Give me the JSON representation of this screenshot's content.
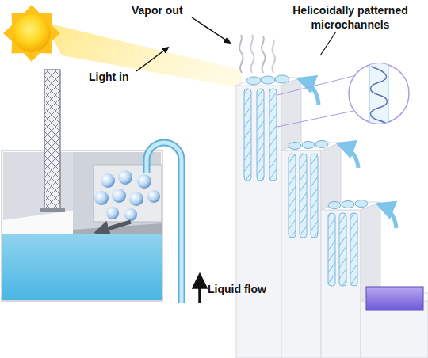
{
  "diagram": {
    "labels": [
      "Vapor out",
      "Helicoidally patterned microchannels",
      "Light in",
      "Liquid flow"
    ]
  }
}
